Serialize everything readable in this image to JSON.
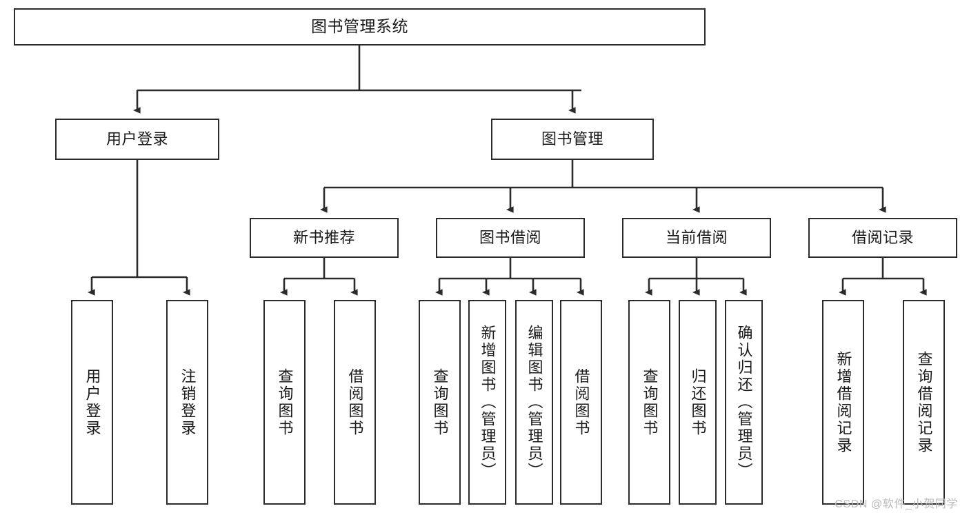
{
  "diagram": {
    "title": "图书管理系统",
    "type": "hierarchy-tree",
    "watermark": "CSDN @软件_小贺同学",
    "colors": {
      "box_border": "#2b2b2b",
      "box_fill": "#ffffff",
      "connector": "#2b2b2b",
      "text": "#1a1a1a",
      "watermark": "#b9b9b9"
    },
    "root": {
      "label": "图书管理系统"
    },
    "level1": [
      {
        "label": "用户登录"
      },
      {
        "label": "图书管理"
      }
    ],
    "level2": [
      {
        "label": "新书推荐"
      },
      {
        "label": "图书借阅"
      },
      {
        "label": "当前借阅"
      },
      {
        "label": "借阅记录"
      }
    ],
    "leaves": {
      "user_login": [
        {
          "label": "用户登录"
        },
        {
          "label": "注销登录"
        }
      ],
      "new_book_recommend": [
        {
          "label": "查询图书"
        },
        {
          "label": "借阅图书"
        }
      ],
      "book_borrow": [
        {
          "label": "查询图书"
        },
        {
          "label": "新增图书（管理员）"
        },
        {
          "label": "编辑图书（管理员）"
        },
        {
          "label": "借阅图书"
        }
      ],
      "current_borrow": [
        {
          "label": "查询图书"
        },
        {
          "label": "归还图书"
        },
        {
          "label": "确认归还（管理员）"
        }
      ],
      "borrow_records": [
        {
          "label": "新增借阅记录"
        },
        {
          "label": "查询借阅记录"
        }
      ]
    }
  }
}
